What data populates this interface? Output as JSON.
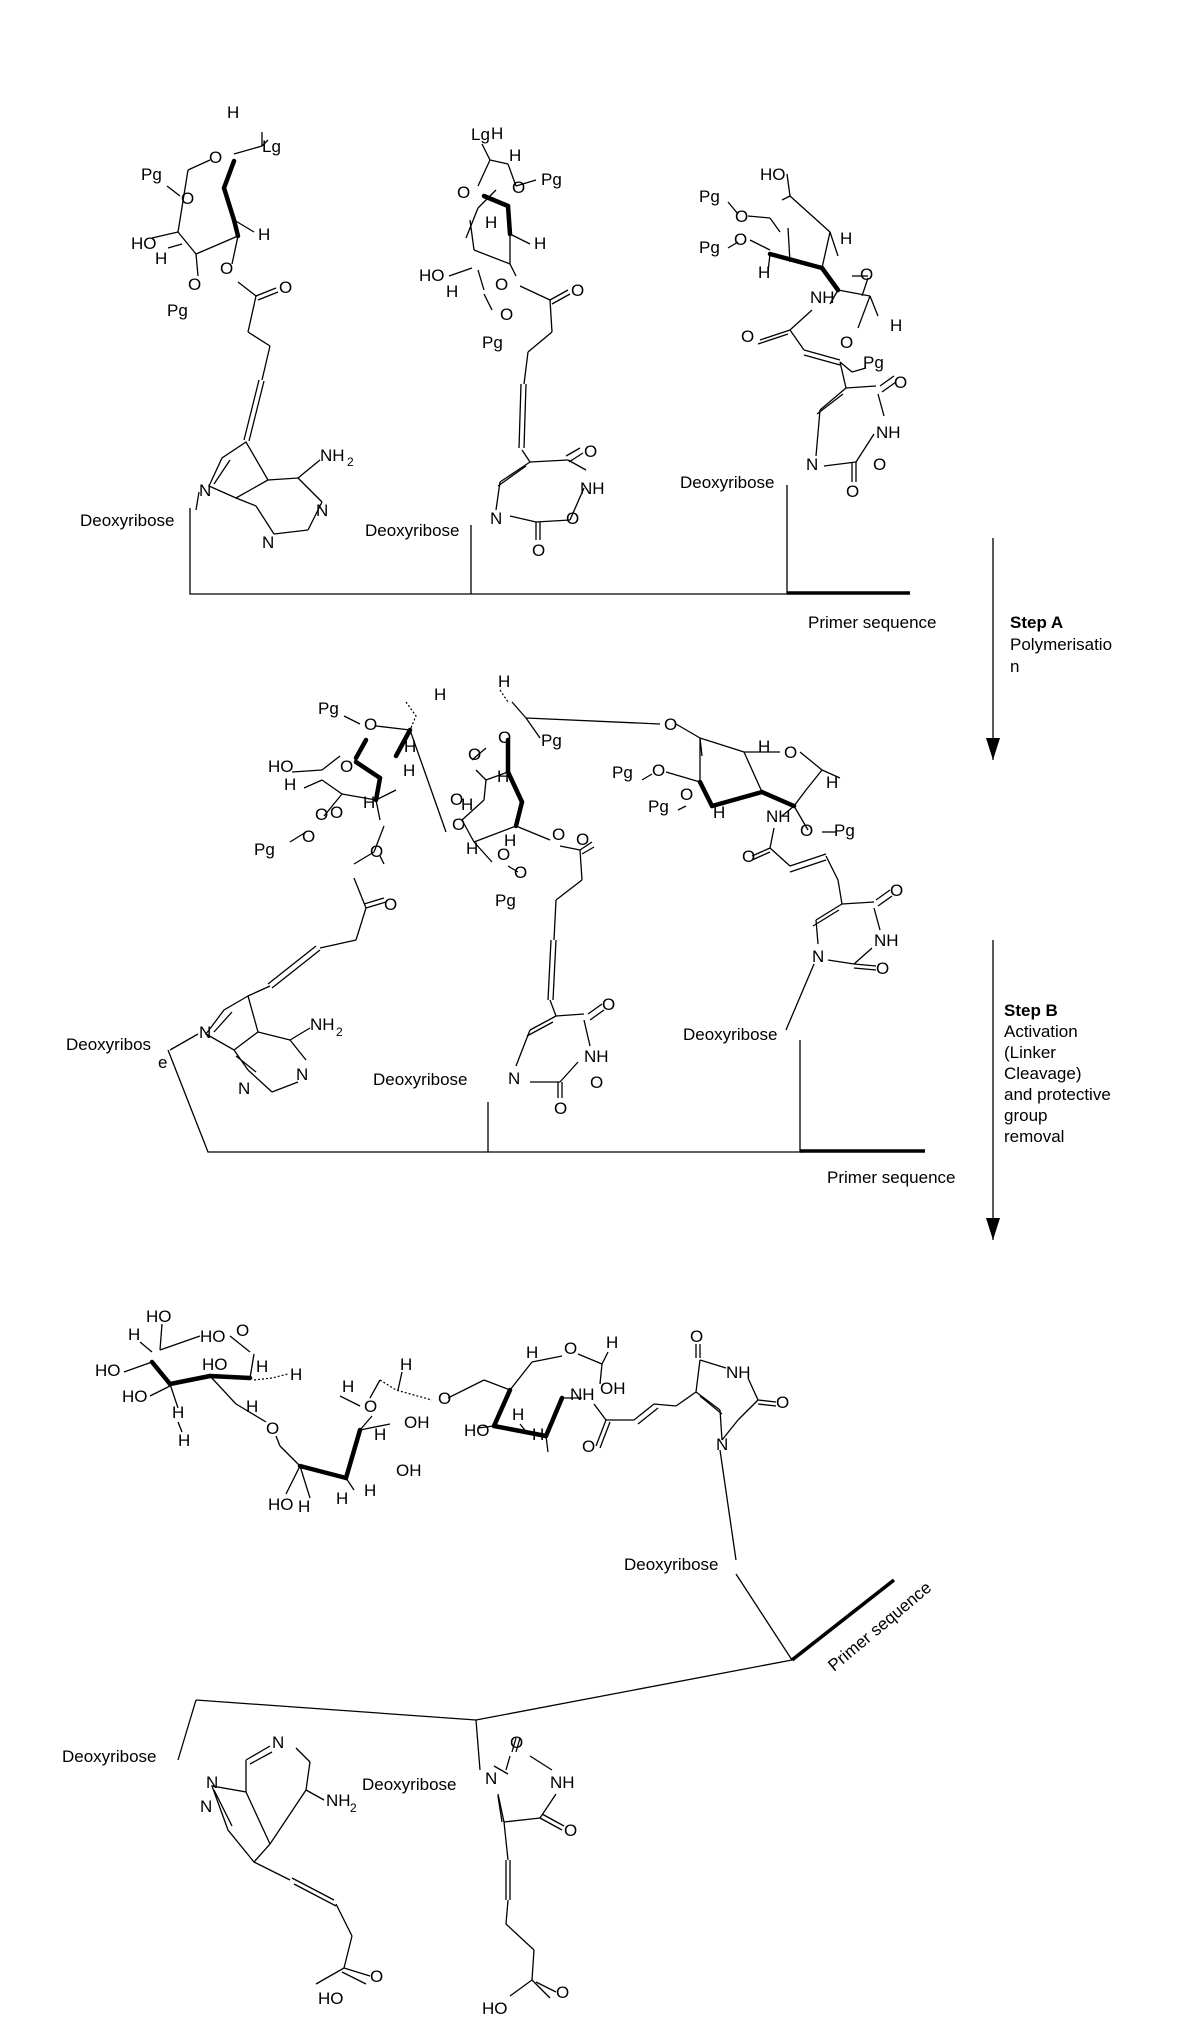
{
  "atoms": {
    "h": "H",
    "o": "O",
    "n": "N",
    "nh": "NH",
    "nh2": "NH",
    "ho": "HO",
    "oh": "OH",
    "pg": "Pg",
    "lg": "Lg",
    "sub2": "2"
  },
  "labels": {
    "deoxyribose": "Deoxyribose",
    "deoxyribos": "Deoxyribos",
    "deoxyribos_e": "e",
    "primer_sequence": "Primer sequence"
  },
  "steps": {
    "a_title": "Step A",
    "a_line1": "Polymerisatio",
    "a_line2": "n",
    "b_title": "Step B",
    "b_line1": "Activation",
    "b_line2": "(Linker",
    "b_line3": "Cleavage)",
    "b_line4": "and protective",
    "b_line5": "group",
    "b_line6": "removal"
  }
}
